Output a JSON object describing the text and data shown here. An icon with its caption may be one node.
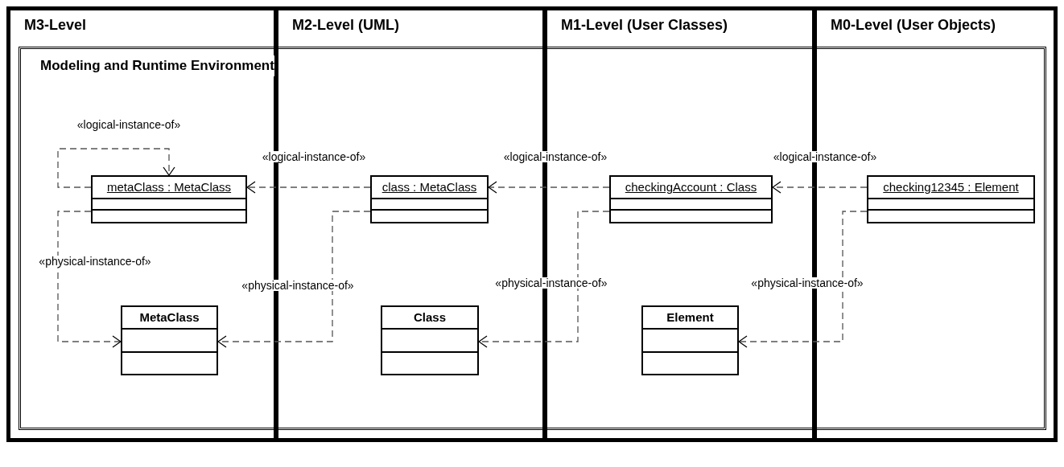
{
  "diagram": {
    "nodes": [
      {
        "text": [
          "Modeling and Runtime Environment"
        ]
      },
      {
        "text": [
          "metaClass : MetaClass"
        ],
        "in": 0
      },
      {
        "text": [
          "class : MetaClass"
        ],
        "in": 0
      },
      {
        "text": [
          "checkingAccount : Class"
        ],
        "in": 0
      },
      {
        "text": [
          "checking12345 : Element"
        ],
        "in": 0
      },
      {
        "text": [
          "MetaClass"
        ],
        "in": 0
      },
      {
        "text": [
          "Class"
        ],
        "in": 0
      },
      {
        "text": [
          "Element"
        ],
        "in": 0
      }
    ],
    "edges": [
      {
        "from": 1,
        "to": 1,
        "arrow": "to",
        "label": "«logical-instance-of»",
        "style": "dashed"
      },
      {
        "from": 2,
        "to": 1,
        "arrow": "to",
        "label": "«logical-instance-of»",
        "style": "dashed"
      },
      {
        "from": 3,
        "to": 2,
        "arrow": "to",
        "label": "«logical-instance-of»",
        "style": "dashed"
      },
      {
        "from": 4,
        "to": 3,
        "arrow": "to",
        "label": "«logical-instance-of»",
        "style": "dashed"
      },
      {
        "from": 1,
        "to": 5,
        "arrow": "to",
        "label": "«physical-instance-of»",
        "style": "dashed"
      },
      {
        "from": 2,
        "to": 5,
        "arrow": "to",
        "label": "«physical-instance-of»",
        "style": "dashed"
      },
      {
        "from": 3,
        "to": 6,
        "arrow": "to",
        "label": "«physical-instance-of»",
        "style": "dashed"
      },
      {
        "from": 4,
        "to": 7,
        "arrow": "to",
        "label": "«physical-instance-of»",
        "style": "dashed"
      }
    ],
    "labels": [
      "M3-Level",
      "M2-Level (UML)",
      "M1-Level (User Classes)",
      "M0-Level (User Objects)"
    ]
  }
}
